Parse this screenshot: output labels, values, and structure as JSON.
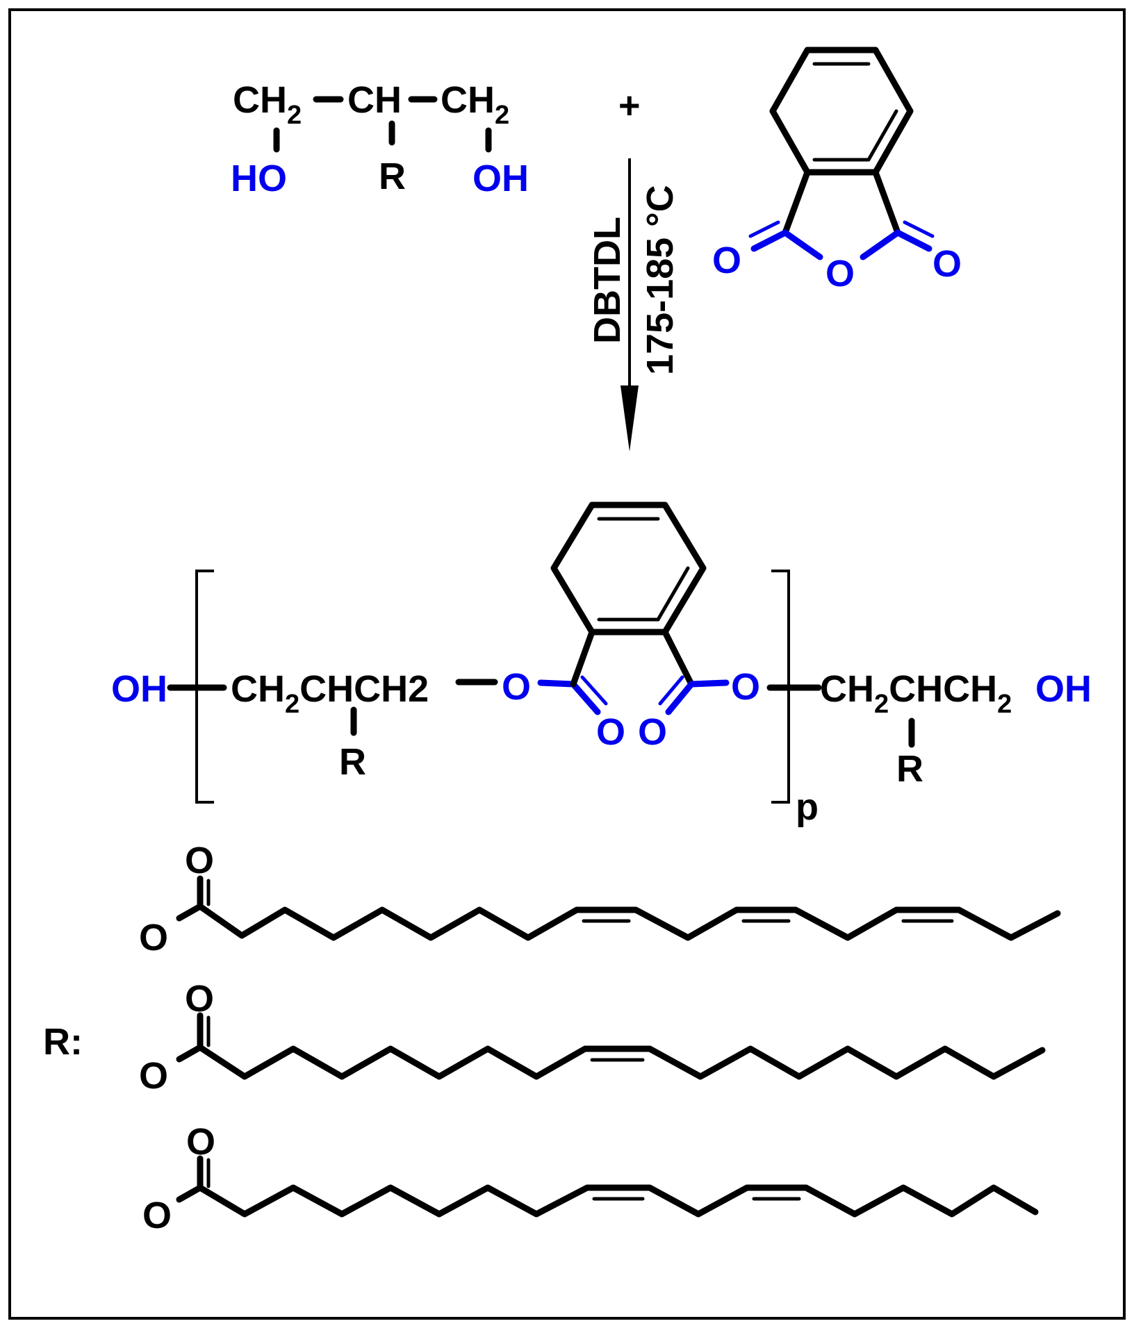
{
  "colors": {
    "heteroatom": "#0000ee",
    "carbon": "#000000",
    "frame": "#000000"
  },
  "reactant_diol": {
    "ch2_left": "CH",
    "ch2_left_sub": "2",
    "ch_mid": "CH",
    "ch2_right": "CH",
    "ch2_right_sub": "2",
    "oh_left": "HO",
    "r_mid": "R",
    "oh_right": "OH"
  },
  "plus_sign": "+",
  "anhydride": {
    "o_left": "O",
    "o_ring": "O",
    "o_right": "O"
  },
  "conditions": {
    "catalyst": "DBTDL",
    "temperature": "175-185 °C"
  },
  "product": {
    "oh_left": "OH",
    "chain_left_a": "CH",
    "chain_left_sub": "2",
    "chain_left_b": "CHCH2",
    "r_left": "R",
    "o_ester_left": "O",
    "o_carbonyl_left": "O",
    "o_carbonyl_right": "O",
    "o_ester_right": "O",
    "chain_right_a": "CH",
    "chain_right_sub1": "2",
    "chain_right_b": "CHCH",
    "chain_right_sub2": "2",
    "oh_right": "OH",
    "r_right": "R",
    "repeat_subscript": "p"
  },
  "r_group_label": "R:",
  "fatty_chains": [
    {
      "o_carbonyl": "O",
      "o_ester": "O"
    },
    {
      "o_carbonyl": "O",
      "o_ester": "O"
    },
    {
      "o_carbonyl": "O",
      "o_ester": "O"
    }
  ]
}
